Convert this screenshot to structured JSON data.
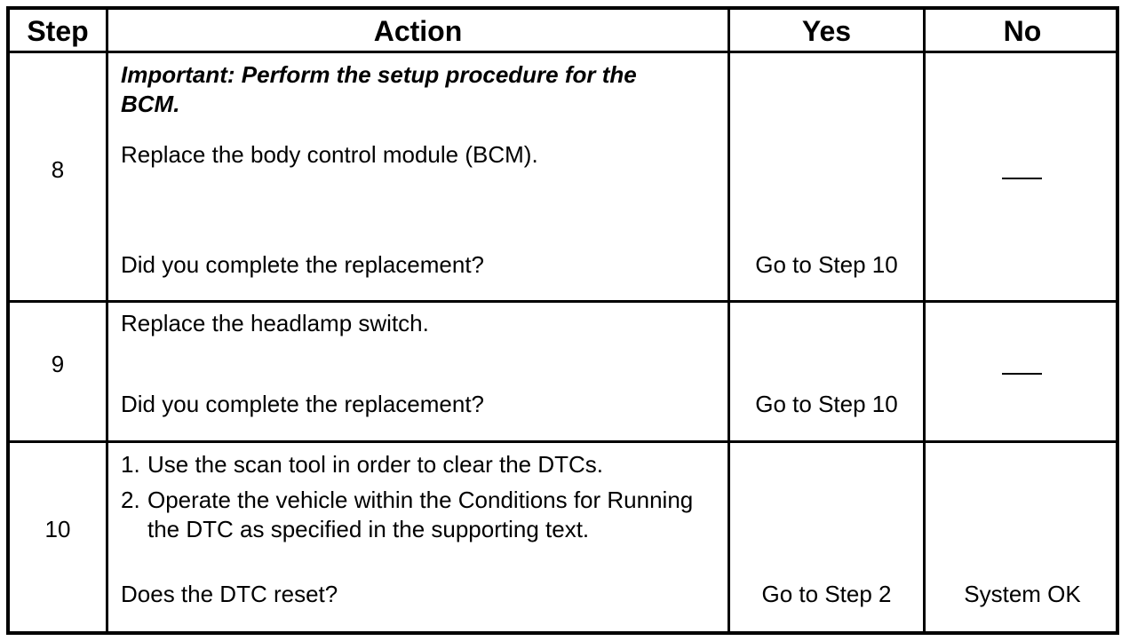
{
  "headers": {
    "step": "Step",
    "action": "Action",
    "yes": "Yes",
    "no": "No"
  },
  "rows": [
    {
      "step": "8",
      "important": "Important: Perform the setup procedure for the BCM.",
      "instruction": "Replace the body control module (BCM).",
      "question": "Did you complete the replacement?",
      "yes": "Go to Step 10",
      "no": ""
    },
    {
      "step": "9",
      "instruction": "Replace the headlamp switch.",
      "question": "Did you complete the replacement?",
      "yes": "Go to Step 10",
      "no": ""
    },
    {
      "step": "10",
      "items": [
        {
          "num": "1.",
          "text": "Use the scan tool in order to clear the DTCs."
        },
        {
          "num": "2.",
          "text": "Operate the vehicle within the Conditions for Running the DTC as specified in the supporting text."
        }
      ],
      "question": "Does the DTC reset?",
      "yes": "Go to Step 2",
      "no": "System OK"
    }
  ]
}
